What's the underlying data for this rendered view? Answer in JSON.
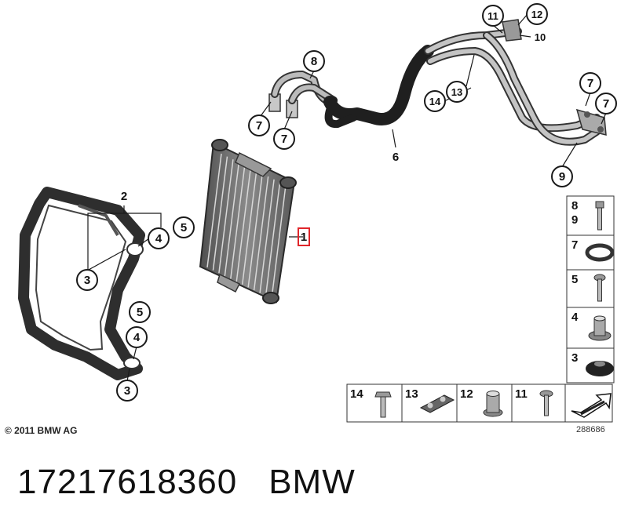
{
  "callouts": [
    {
      "id": "c1",
      "label": "1",
      "highlighted": true
    },
    {
      "id": "c2",
      "label": "2"
    },
    {
      "id": "c3a",
      "label": "3"
    },
    {
      "id": "c3b",
      "label": "3"
    },
    {
      "id": "c4a",
      "label": "4"
    },
    {
      "id": "c4b",
      "label": "4"
    },
    {
      "id": "c5a",
      "label": "5"
    },
    {
      "id": "c5b",
      "label": "5"
    },
    {
      "id": "c6",
      "label": "6"
    },
    {
      "id": "c7a",
      "label": "7"
    },
    {
      "id": "c7b",
      "label": "7"
    },
    {
      "id": "c7c",
      "label": "7"
    },
    {
      "id": "c7d",
      "label": "7"
    },
    {
      "id": "c8",
      "label": "8"
    },
    {
      "id": "c9",
      "label": "9"
    },
    {
      "id": "c10",
      "label": "10"
    },
    {
      "id": "c11",
      "label": "11"
    },
    {
      "id": "c12",
      "label": "12"
    },
    {
      "id": "c13",
      "label": "13"
    },
    {
      "id": "c14",
      "label": "14"
    }
  ],
  "parts_panel": {
    "vertical": [
      {
        "labels": [
          "8",
          "9"
        ],
        "part": "bolt"
      },
      {
        "labels": [
          "7"
        ],
        "part": "o-ring"
      },
      {
        "labels": [
          "5"
        ],
        "part": "screw"
      },
      {
        "labels": [
          "4"
        ],
        "part": "bushing"
      },
      {
        "labels": [
          "3"
        ],
        "part": "grommet"
      }
    ],
    "horizontal": [
      {
        "labels": [
          "14"
        ],
        "part": "hex-bolt"
      },
      {
        "labels": [
          "13"
        ],
        "part": "pipe-clip"
      },
      {
        "labels": [
          "12"
        ],
        "part": "spacer-nut"
      },
      {
        "labels": [
          "11"
        ],
        "part": "round-screw"
      },
      {
        "labels": [],
        "part": "direction-arrow"
      }
    ]
  },
  "copyright": "© 2011 BMW AG",
  "diagram_id": "288686",
  "caption": {
    "part_number": "17217618360",
    "brand": "BMW"
  },
  "colors": {
    "highlight": "#e0262b",
    "line": "#1a1a1a",
    "cooler": "#6f6f6f",
    "frame": "#2e2e2e",
    "pipe": "#b9b9b9",
    "hose": "#2d2d2d"
  }
}
